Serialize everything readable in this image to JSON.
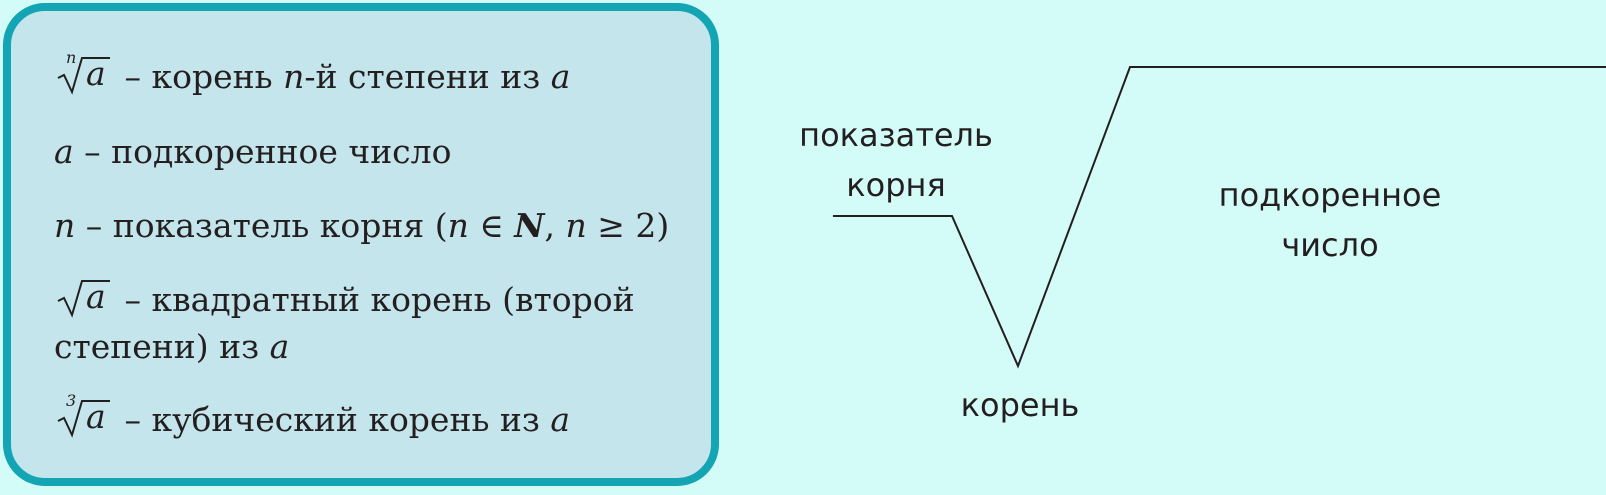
{
  "definitions": [
    {
      "radical_index": "n",
      "radicand": "a",
      "text_before": " – корень ",
      "var1": "n",
      "text_middle": "-й степени из ",
      "var2": "a"
    },
    {
      "var1": "a",
      "text": " – подкоренное число"
    },
    {
      "var1": "n",
      "text_before": " – показатель корня (",
      "var2": "n",
      "symbol1": " ∈ ",
      "set": "N",
      "text_middle": ", ",
      "var3": "n",
      "symbol2": " ≥ 2)"
    },
    {
      "radical_index": "",
      "radicand": "a",
      "text_line1": " – квадратный корень (второй",
      "text_line2": "степени) из ",
      "var1": "a"
    },
    {
      "radical_index": "3",
      "radicand": "a",
      "text_before": " – кубический корень из ",
      "var1": "a"
    }
  ],
  "diagram": {
    "index_label_line1": "показатель",
    "index_label_line2": "корня",
    "root_label": "корень",
    "radicand_label_line1": "подкоренное",
    "radicand_label_line2": "число"
  },
  "colors": {
    "background": "#d3fbf8",
    "panel_fill": "#c3e5eb",
    "panel_border": "#13a5b3",
    "text": "#231f20"
  }
}
